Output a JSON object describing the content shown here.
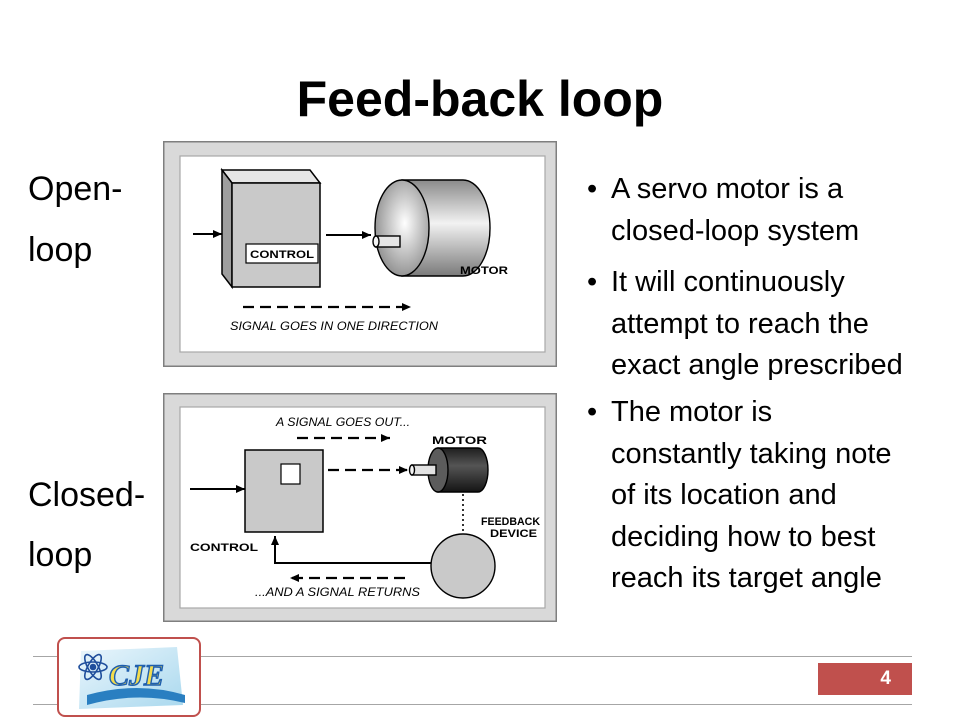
{
  "slide": {
    "title": "Feed-back loop",
    "page_number": "4"
  },
  "colors": {
    "accent": "#c0504d",
    "frame_band": "#d9d9d9",
    "frame_border": "#7f7f7f",
    "rule": "#a6a6a6",
    "text": "#000000",
    "page_number_text": "#ffffff"
  },
  "side_labels": {
    "open": [
      "Open-",
      "loop"
    ],
    "closed": [
      "Closed-",
      "loop"
    ]
  },
  "open_loop_diagram": {
    "control_label": "CONTROL",
    "motor_label": "MOTOR",
    "caption": "SIGNAL GOES IN ONE DIRECTION"
  },
  "closed_loop_diagram": {
    "signal_out_label": "A SIGNAL GOES OUT...",
    "motor_label": "MOTOR",
    "feedback_label": [
      "FEEDBACK",
      "DEVICE"
    ],
    "control_label": "CONTROL",
    "signal_returns_label": "...AND A SIGNAL RETURNS"
  },
  "bullet_glyph": "•",
  "bullets": [
    {
      "lines": [
        "A servo motor is a",
        "closed-loop system"
      ]
    },
    {
      "lines": [
        "It will continuously",
        "attempt to reach the",
        "exact angle prescribed"
      ]
    },
    {
      "lines": [
        "The motor is",
        "constantly taking note",
        "of its location and",
        "deciding how to best",
        "reach its target angle"
      ]
    }
  ],
  "logo": {
    "wordmark": "CJE",
    "icon": "atom-icon"
  }
}
